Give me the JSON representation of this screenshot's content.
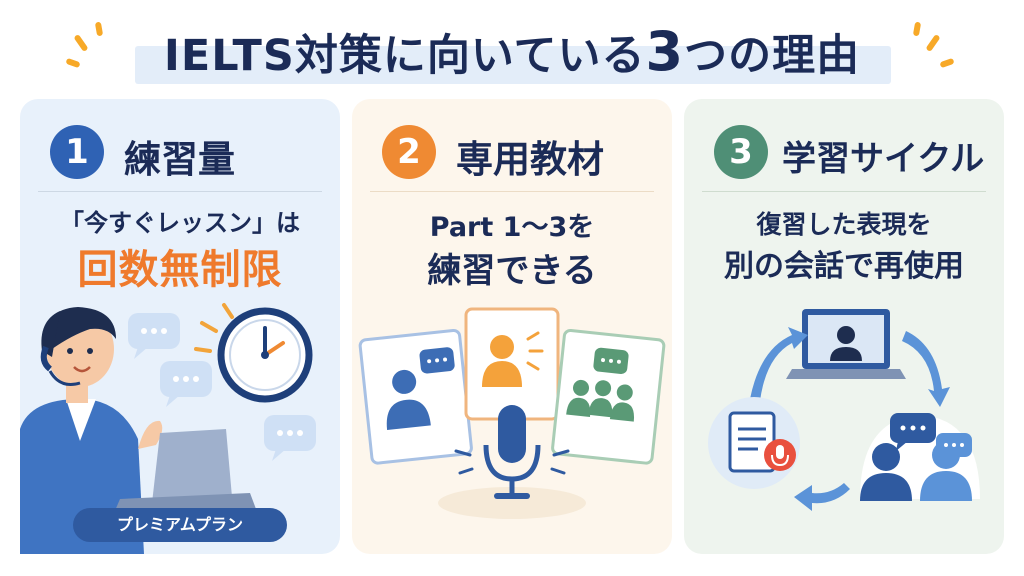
{
  "header": {
    "title_part1": "IELTS対策に向いている",
    "title_number": "3",
    "title_part2": "つの理由"
  },
  "cards": [
    {
      "number": "1",
      "heading": "練習量",
      "line1": "「今すぐレッスン」は",
      "line2": "回数無制限",
      "badge": "プレミアムプラン",
      "accent": "#2f62b4"
    },
    {
      "number": "2",
      "heading": "専用教材",
      "line1": "Part 1〜3を",
      "line2": "練習できる",
      "accent": "#ef8a33"
    },
    {
      "number": "3",
      "heading": "学習サイクル",
      "line1": "復習した表現を",
      "line2": "別の会話で再使用",
      "accent": "#4f8f76"
    }
  ],
  "colors": {
    "title_text": "#1b2b57",
    "highlight_orange": "#ef7a2c",
    "card1_bg": "#e8f1fb",
    "card2_bg": "#fdf6ec",
    "card3_bg": "#eef4ee"
  }
}
